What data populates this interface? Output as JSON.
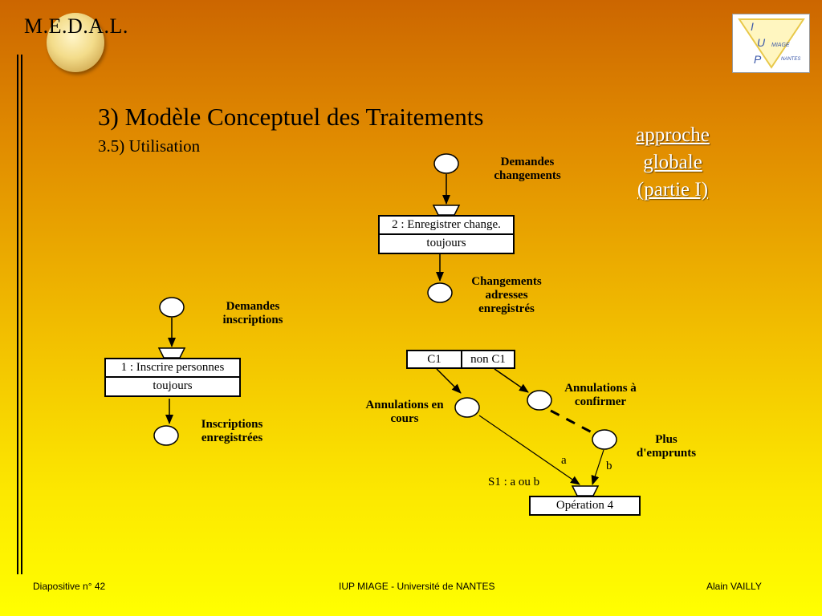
{
  "header": {
    "brand": "M.E.D.A.L.",
    "logo": {
      "line_i": "I",
      "line_u": "U",
      "line_p": "P",
      "miage": "MIAGE",
      "nantes": "NANTES"
    }
  },
  "title": "3) Modèle Conceptuel des Traitements",
  "subtitle": "3.5) Utilisation",
  "note": {
    "line1": "approche",
    "line2": "globale",
    "line3": "(partie I)"
  },
  "diagram": {
    "left": {
      "event_in": "Demandes inscriptions",
      "operation": "1 : Inscrire personnes",
      "rule": "toujours",
      "event_out": "Inscriptions enregistrées"
    },
    "top": {
      "event_in": "Demandes changements",
      "operation": "2 : Enregistrer change.",
      "rule": "toujours",
      "event_out": "Changements adresses enregistrés"
    },
    "right": {
      "cond_c1": "C1",
      "cond_non_c1": "non C1",
      "event_cours": "Annulations en cours",
      "event_confirmer": "Annulations à confirmer",
      "event_emprunts": "Plus d'emprunts",
      "edge_a": "a",
      "edge_b": "b",
      "sync": "S1 : a ou b",
      "operation": "Opération 4"
    }
  },
  "footer": {
    "slide": "Diapositive n° 42",
    "center": "IUP MIAGE - Université de NANTES",
    "author": "Alain VAILLY"
  }
}
